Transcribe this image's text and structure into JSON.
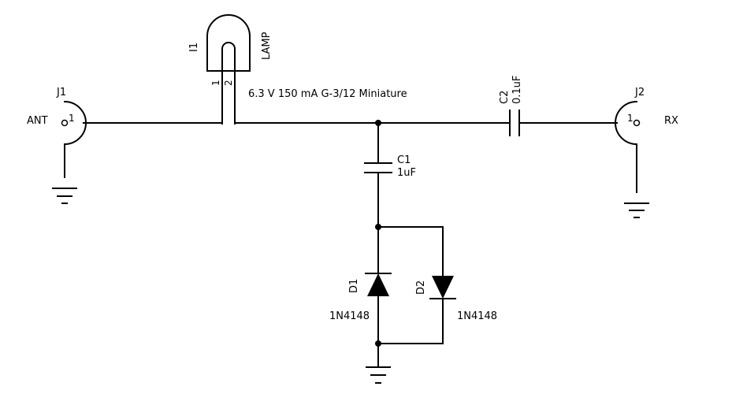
{
  "colors": {
    "background": "#ffffff",
    "ink": "#000000"
  },
  "components": {
    "j1": {
      "ref": "J1",
      "net_label": "ANT",
      "pin": "1"
    },
    "j2": {
      "ref": "J2",
      "net_label": "RX",
      "pin": "1"
    },
    "i1": {
      "ref": "I1",
      "type": "LAMP",
      "pin1": "1",
      "pin2": "2",
      "description": "6.3 V 150 mA G-3/12 Miniature"
    },
    "c1": {
      "ref": "C1",
      "value": "1uF"
    },
    "c2": {
      "ref": "C2",
      "value": "0.1uF"
    },
    "d1": {
      "ref": "D1",
      "part": "1N4148"
    },
    "d2": {
      "ref": "D2",
      "part": "1N4148"
    }
  }
}
